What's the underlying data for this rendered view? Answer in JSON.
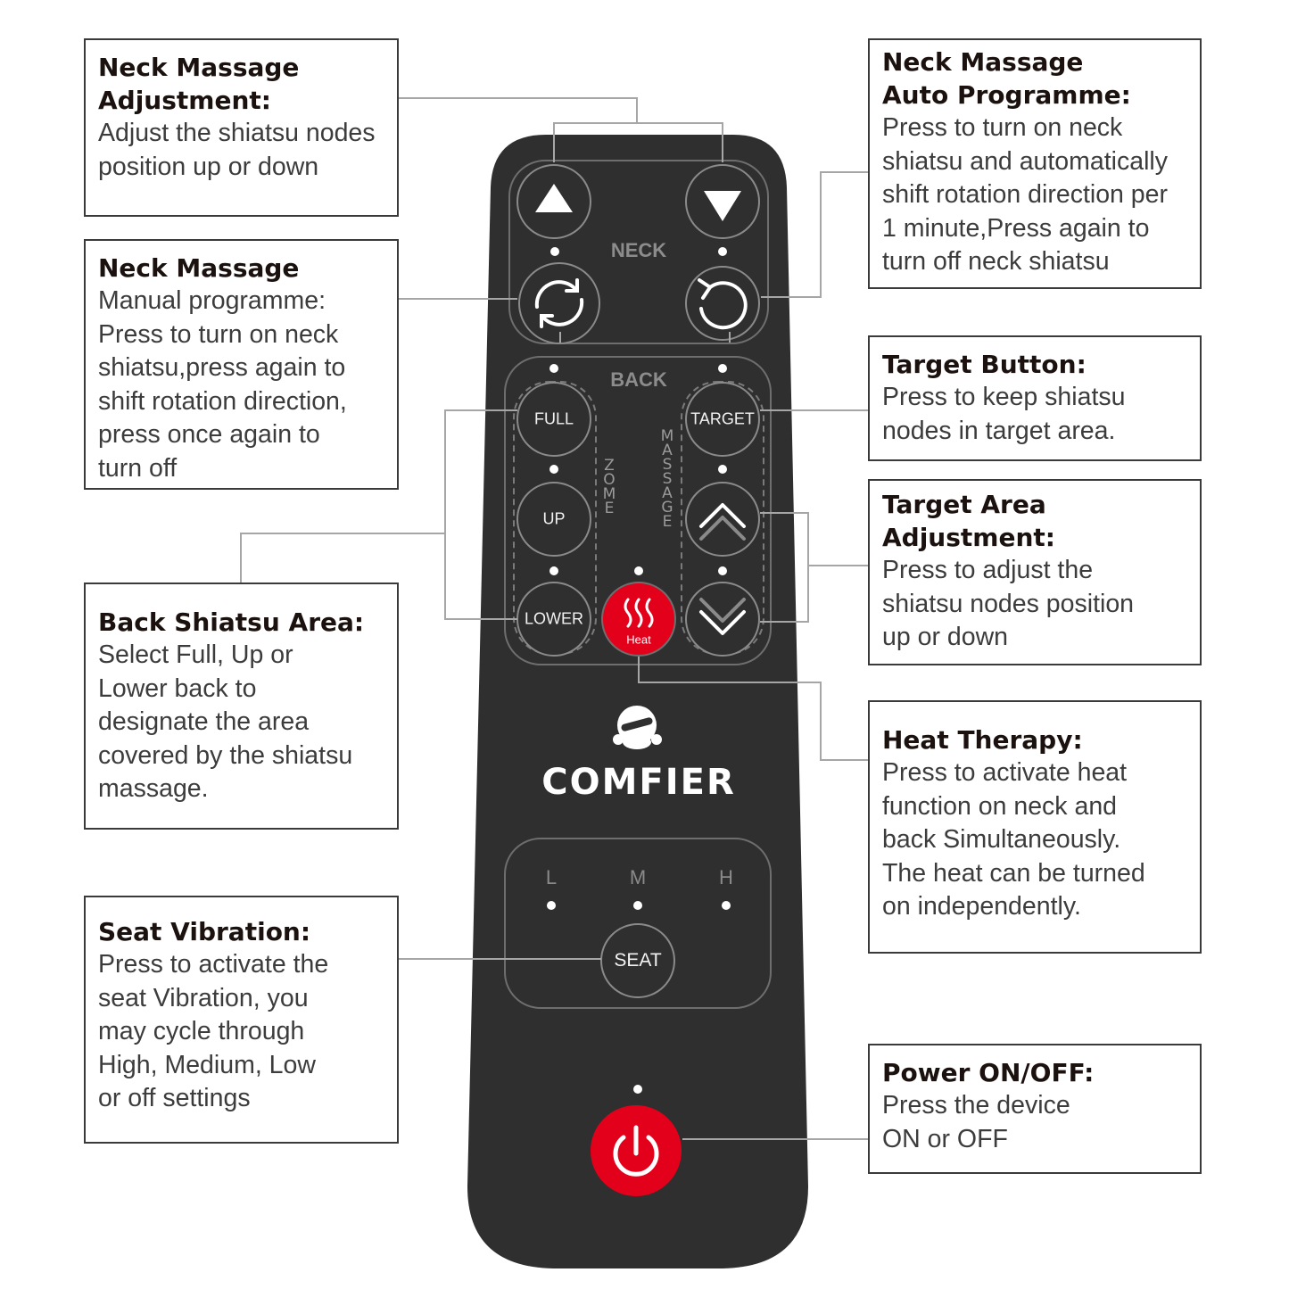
{
  "callouts": {
    "neck_adjust": {
      "title": "Neck Massage\nAdjustment:",
      "desc": "Adjust the shiatsu nodes\nposition up or down"
    },
    "neck_manual": {
      "title": "Neck Massage",
      "desc": "Manual programme:\nPress to turn on neck\nshiatsu,press again to\nshift rotation direction,\npress once again to\nturn off"
    },
    "back_area": {
      "title": "Back Shiatsu Area:",
      "desc": "Select Full, Up or\nLower back to\ndesignate the area\ncovered by the shiatsu\nmassage."
    },
    "seat_vibration": {
      "title": "Seat Vibration:",
      "desc": "Press to activate the\nseat Vibration, you\nmay cycle through\nHigh, Medium, Low\nor off settings"
    },
    "neck_auto": {
      "title": "Neck Massage\nAuto Programme:",
      "desc": "Press to turn on neck\nshiatsu and automatically\nshift rotation direction per\n1 minute,Press again to\nturn off neck shiatsu"
    },
    "target_button": {
      "title": "Target Button:",
      "desc": "Press to keep shiatsu\nnodes in target area."
    },
    "target_area": {
      "title": "Target Area\nAdjustment:",
      "desc": "Press to adjust the\nshiatsu nodes position\nup or down"
    },
    "heat": {
      "title": "Heat Therapy:",
      "desc": "Press to activate heat\nfunction on neck and\nback Simultaneously.\nThe heat can be turned\non independently."
    },
    "power": {
      "title": "Power ON/OFF:",
      "desc": "Press the device\nON or OFF"
    }
  },
  "remote": {
    "neck_label": "NECK",
    "back_label": "BACK",
    "full": "FULL",
    "up": "UP",
    "lower": "LOWER",
    "target": "TARGET",
    "zone_vertical": "ZOME",
    "massage_vertical": "MASSAGE",
    "heat": "Heat",
    "brand": "COMFIER",
    "seat": "SEAT",
    "levels": [
      "L",
      "M",
      "H"
    ],
    "colors": {
      "body": "#2f2f2f",
      "accent_red": "#e3001b",
      "outline": "#6e6e6e"
    }
  }
}
